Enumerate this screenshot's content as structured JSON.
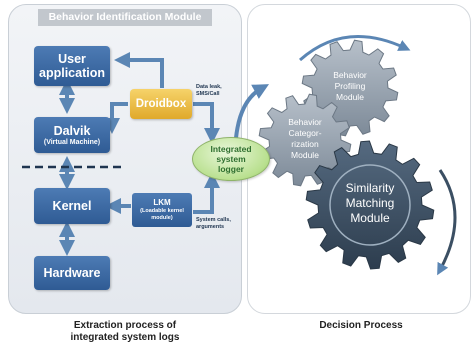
{
  "module_title": "Behavior Identification Module",
  "left_boxes": {
    "user_app": [
      "User",
      "application"
    ],
    "dalvik_title": "Dalvik",
    "dalvik_sub": "(Virtual Machine)",
    "kernel": "Kernel",
    "hardware": "Hardware"
  },
  "droidbox": "Droidbox",
  "lkm": {
    "title": "LKM",
    "sub": [
      "(Loadable kernel",
      "module)"
    ]
  },
  "logger": [
    "Integrated",
    "system",
    "logger"
  ],
  "annotations": {
    "droidbox_flow": [
      "Data leak,",
      "SMS/Call"
    ],
    "lkm_flow": [
      "System calls,",
      "arguments"
    ]
  },
  "gears": {
    "profiling": [
      "Behavior",
      "Profiling",
      "Module"
    ],
    "categorization": [
      "Behavior",
      "Categor-",
      "rization",
      "Module"
    ],
    "similarity": [
      "Similarity",
      "Matching",
      "Module"
    ]
  },
  "captions": {
    "left": [
      "Extraction process of",
      "integrated system logs"
    ],
    "right": "Decision Process"
  },
  "colors": {
    "box_blue": "#3a66a0",
    "droidbox_yellow": "#e8b43a",
    "logger_green": "#b9e08f",
    "gear_gray": "#8e9aa8",
    "gear_dark": "#3b4f63",
    "arrow_blue": "#5b86b4"
  }
}
